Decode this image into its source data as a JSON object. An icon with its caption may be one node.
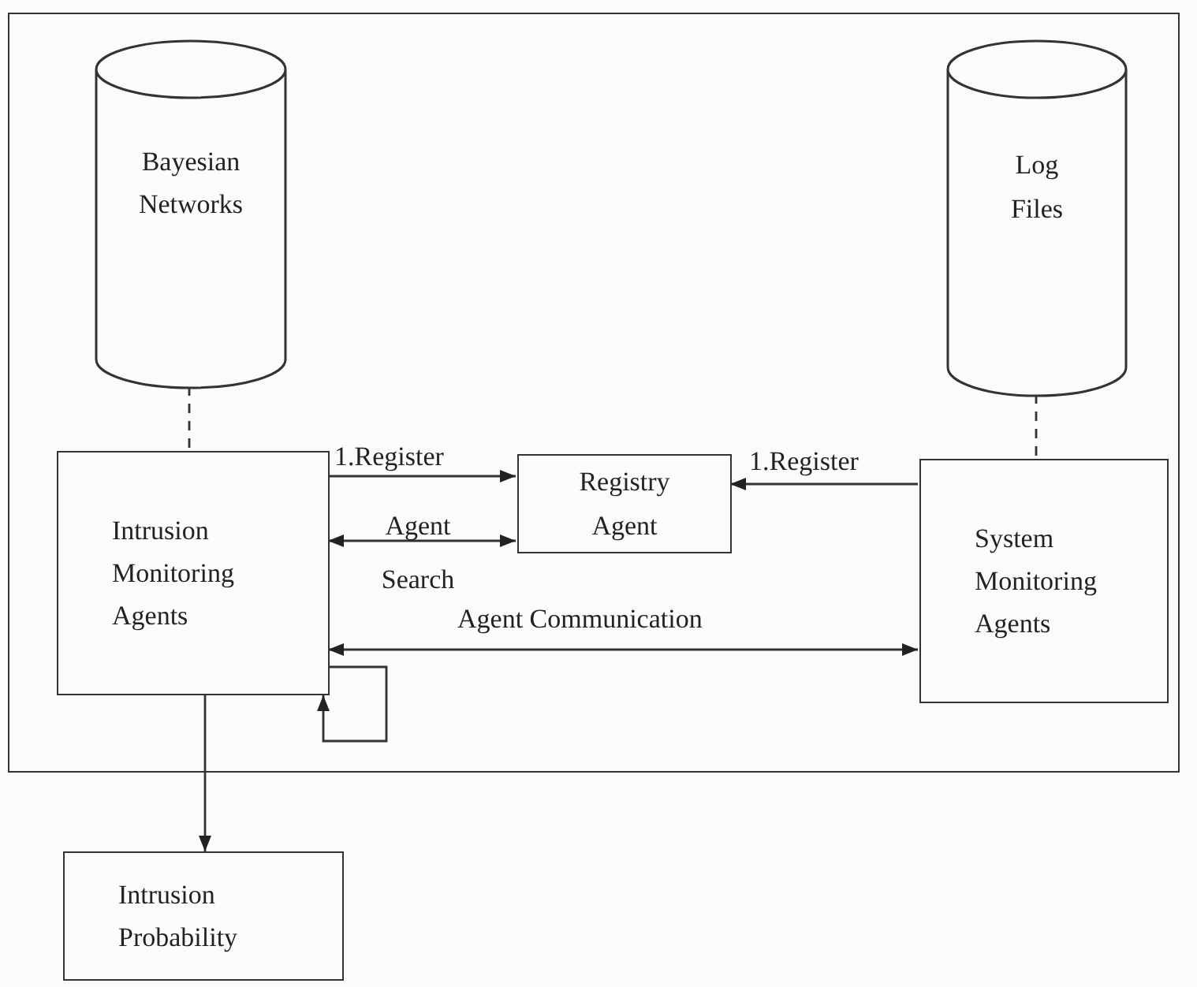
{
  "diagram": {
    "nodes": [
      {
        "text": [],
        "shape": "box"
      },
      {
        "text": [
          "Bayesian Networks"
        ],
        "in": 0
      },
      {
        "text": [
          "Log Files"
        ],
        "in": 0
      },
      {
        "text": [
          "Intrusion Monitoring Agents"
        ],
        "in": 0
      },
      {
        "text": [
          "Registry Agent"
        ],
        "in": 0
      },
      {
        "text": [
          "System Monitoring Agents"
        ],
        "in": 0
      },
      {
        "text": [
          "Intrusion Probability"
        ]
      }
    ],
    "edges": [
      {
        "from": 1,
        "to": 3,
        "arrow": "none",
        "style": "dashed"
      },
      {
        "from": 2,
        "to": 5,
        "arrow": "none",
        "style": "dashed"
      },
      {
        "from": 3,
        "to": 4,
        "arrow": "to",
        "label": "1.Register"
      },
      {
        "from": 5,
        "to": 4,
        "arrow": "to",
        "label": "1.Register"
      },
      {
        "from": 3,
        "to": 4,
        "arrow": "both",
        "label": "Agent Search"
      },
      {
        "from": 3,
        "to": 5,
        "arrow": "both",
        "label": "Agent Communication"
      },
      {
        "from": 3,
        "to": 3,
        "arrow": "to"
      },
      {
        "from": 3,
        "to": 6,
        "arrow": "to"
      }
    ]
  }
}
